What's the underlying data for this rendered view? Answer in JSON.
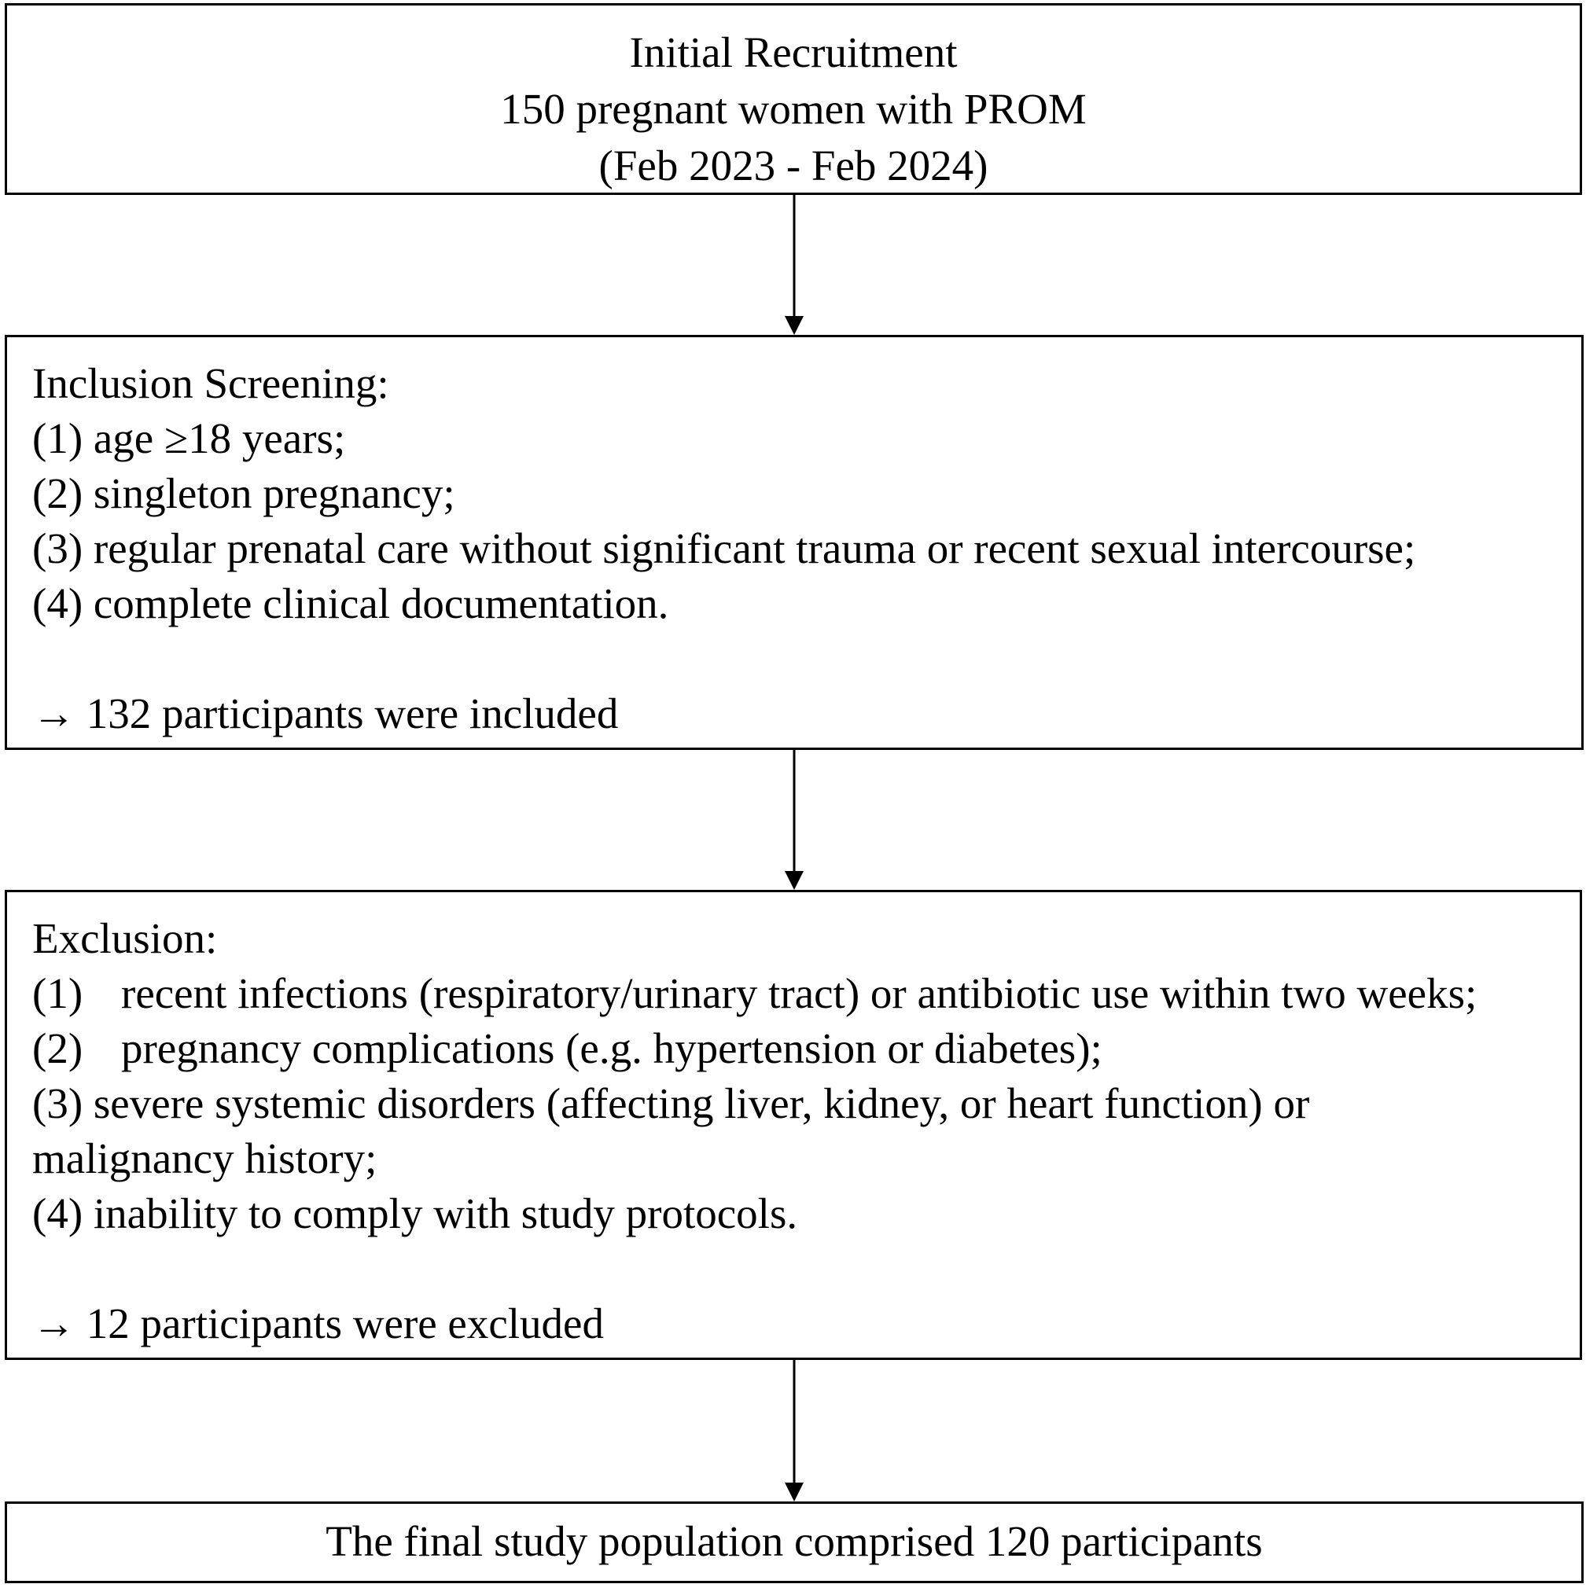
{
  "recruitment": {
    "title": "Initial Recruitment",
    "count_line": "150 pregnant women with PROM",
    "period": "(Feb 2023 - Feb 2024)"
  },
  "inclusion": {
    "heading": "Inclusion Screening:",
    "criteria": [
      {
        "num": "(1)",
        "text": "age ≥18 years;"
      },
      {
        "num": "(2)",
        "text": "singleton pregnancy;"
      },
      {
        "num": "(3)",
        "text": "regular prenatal care without significant trauma or recent sexual intercourse;"
      },
      {
        "num": "(4)",
        "text": "complete clinical documentation."
      }
    ],
    "result": "→ 132 participants were included"
  },
  "exclusion": {
    "heading": "Exclusion:",
    "criteria": [
      {
        "num": "(1)",
        "text": "recent infections (respiratory/urinary tract) or antibiotic use within two weeks;"
      },
      {
        "num": "(2)",
        "text": "pregnancy complications (e.g. hypertension or diabetes);"
      },
      {
        "num": "(3)",
        "text": "severe systemic disorders (affecting liver, kidney, or heart function) or"
      },
      {
        "num": "",
        "text": "malignancy history;"
      },
      {
        "num": "(4)",
        "text": "inability to comply with study protocols."
      }
    ],
    "result": "→ 12 participants were excluded"
  },
  "final": {
    "text": "The final study population comprised 120 participants"
  }
}
